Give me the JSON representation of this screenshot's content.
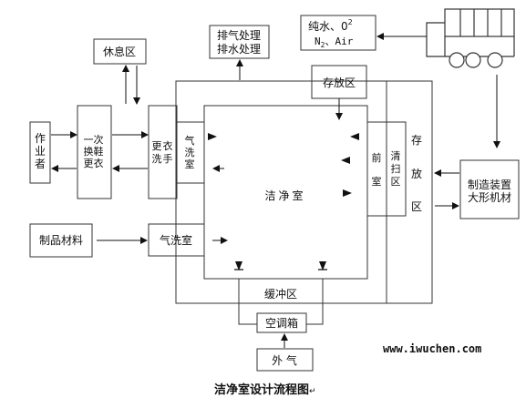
{
  "nodes": {
    "rest_area": "休息区",
    "exhaust_line1": "排气处理",
    "exhaust_line2": "排水处理",
    "supply_line1": "纯水、0",
    "supply_sup1": "2",
    "supply_line2": "N",
    "supply_sub2": "2",
    "supply_line2b": "、Air",
    "storage_top": "存放区",
    "worker": [
      "作",
      "业",
      "者"
    ],
    "change_shoes": [
      "一",
      "次",
      "换",
      "鞋",
      "更",
      "衣"
    ],
    "change_wash": [
      "更",
      "衣",
      "洗",
      "手"
    ],
    "air_shower_1": [
      "气",
      "洗",
      "室"
    ],
    "clean_room": "洁净室",
    "front_room": [
      "前",
      "室"
    ],
    "cleaning_area": [
      "清",
      "扫",
      "区"
    ],
    "storage_right": [
      "存",
      "放",
      "区"
    ],
    "equipment_line1": "制造装置",
    "equipment_line2": "大形机材",
    "product_materials": "制品材料",
    "air_shower_2": "气洗室",
    "buffer_zone": "缓冲区",
    "ac_box": "空调箱",
    "outside_air": "外  气"
  },
  "website": "www.iwuchen.com",
  "caption": "洁净室设计流程图",
  "caption_mark": "↵"
}
